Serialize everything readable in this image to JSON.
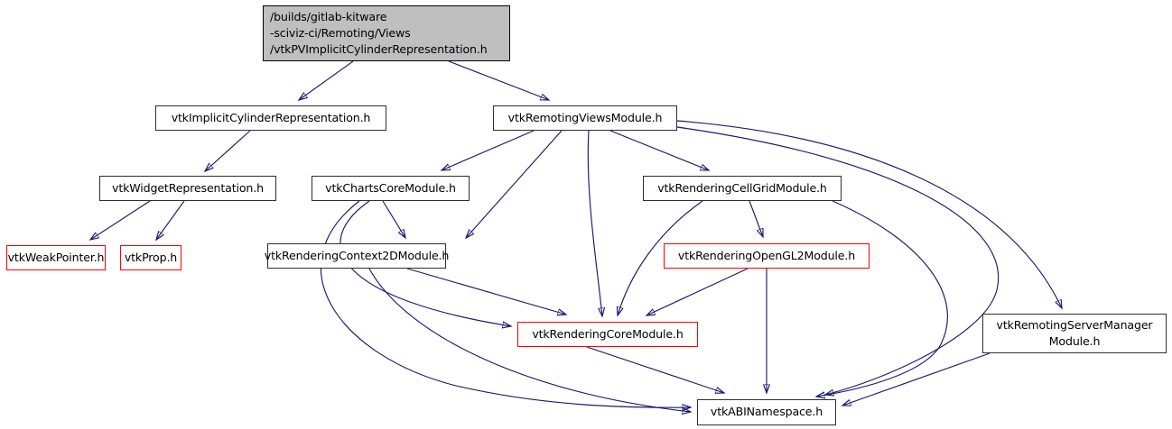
{
  "diagram": {
    "type": "include-dependency-graph",
    "edge_color": "#191970",
    "root_fill": "#bfbfbf",
    "highlight_border_color": "#ff0000",
    "node_border_color": "#2e2e2e",
    "nodes": {
      "main": {
        "label": "/builds/gitlab-kitware\n-sciviz-ci/Remoting/Views\n/vtkPVImplicitCylinderRepresentation.h"
      },
      "implicit_cylinder_representation": {
        "label": "vtkImplicitCylinderRepresentation.h"
      },
      "remoting_views_module": {
        "label": "vtkRemotingViewsModule.h"
      },
      "widget_representation": {
        "label": "vtkWidgetRepresentation.h"
      },
      "charts_core_module": {
        "label": "vtkChartsCoreModule.h"
      },
      "rendering_cell_grid_module": {
        "label": "vtkRenderingCellGridModule.h"
      },
      "weak_pointer": {
        "label": "vtkWeakPointer.h"
      },
      "prop": {
        "label": "vtkProp.h"
      },
      "rendering_context2d_module": {
        "label": "vtkRenderingContext2DModule.h"
      },
      "rendering_opengl2_module": {
        "label": "vtkRenderingOpenGL2Module.h"
      },
      "rendering_core_module": {
        "label": "vtkRenderingCoreModule.h"
      },
      "remoting_server_manager_module": {
        "label": "vtkRemotingServerManager\nModule.h"
      },
      "abi_namespace": {
        "label": "vtkABINamespace.h"
      }
    },
    "edges": [
      {
        "from": "main",
        "to": "implicit_cylinder_representation"
      },
      {
        "from": "main",
        "to": "remoting_views_module"
      },
      {
        "from": "implicit_cylinder_representation",
        "to": "widget_representation"
      },
      {
        "from": "widget_representation",
        "to": "weak_pointer"
      },
      {
        "from": "widget_representation",
        "to": "prop"
      },
      {
        "from": "remoting_views_module",
        "to": "charts_core_module"
      },
      {
        "from": "remoting_views_module",
        "to": "rendering_context2d_module"
      },
      {
        "from": "remoting_views_module",
        "to": "rendering_core_module"
      },
      {
        "from": "remoting_views_module",
        "to": "rendering_cell_grid_module"
      },
      {
        "from": "remoting_views_module",
        "to": "remoting_server_manager_module"
      },
      {
        "from": "remoting_views_module",
        "to": "abi_namespace"
      },
      {
        "from": "charts_core_module",
        "to": "rendering_context2d_module"
      },
      {
        "from": "charts_core_module",
        "to": "rendering_core_module"
      },
      {
        "from": "charts_core_module",
        "to": "abi_namespace"
      },
      {
        "from": "rendering_context2d_module",
        "to": "rendering_core_module"
      },
      {
        "from": "rendering_context2d_module",
        "to": "abi_namespace"
      },
      {
        "from": "rendering_core_module",
        "to": "abi_namespace"
      },
      {
        "from": "rendering_cell_grid_module",
        "to": "rendering_opengl2_module"
      },
      {
        "from": "rendering_cell_grid_module",
        "to": "rendering_core_module"
      },
      {
        "from": "rendering_cell_grid_module",
        "to": "abi_namespace"
      },
      {
        "from": "rendering_opengl2_module",
        "to": "rendering_core_module"
      },
      {
        "from": "rendering_opengl2_module",
        "to": "abi_namespace"
      },
      {
        "from": "remoting_server_manager_module",
        "to": "abi_namespace"
      }
    ]
  }
}
